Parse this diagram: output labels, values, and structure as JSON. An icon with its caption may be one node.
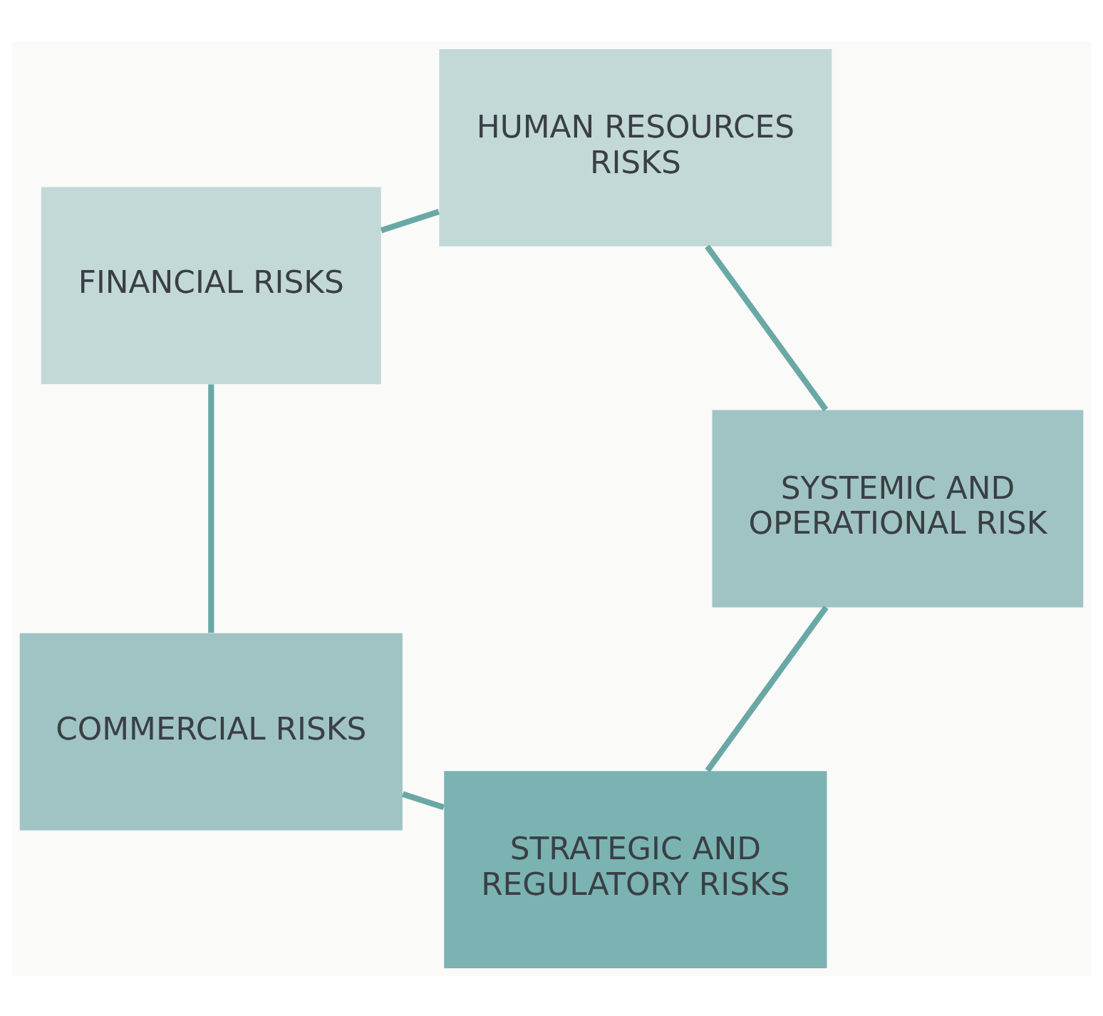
{
  "diagram": {
    "nodes": [
      {
        "text": [
          "STRATEGIC AND REGULATORY RISKS"
        ]
      },
      {
        "text": [
          "SYSTEMIC AND OPERATIONAL RISK"
        ]
      },
      {
        "text": [
          "COMMERCIAL RISKS"
        ]
      },
      {
        "text": [
          "HUMAN RESOURCES RISKS"
        ]
      },
      {
        "text": [
          "FINANCIAL RISKS"
        ]
      }
    ],
    "edges": [
      {
        "from": 0,
        "to": 2,
        "arrow": "none"
      },
      {
        "from": 2,
        "to": 4,
        "arrow": "none"
      },
      {
        "from": 4,
        "to": 3,
        "arrow": "none"
      },
      {
        "from": 3,
        "to": 1,
        "arrow": "none"
      },
      {
        "from": 1,
        "to": 0,
        "arrow": "none"
      }
    ]
  }
}
